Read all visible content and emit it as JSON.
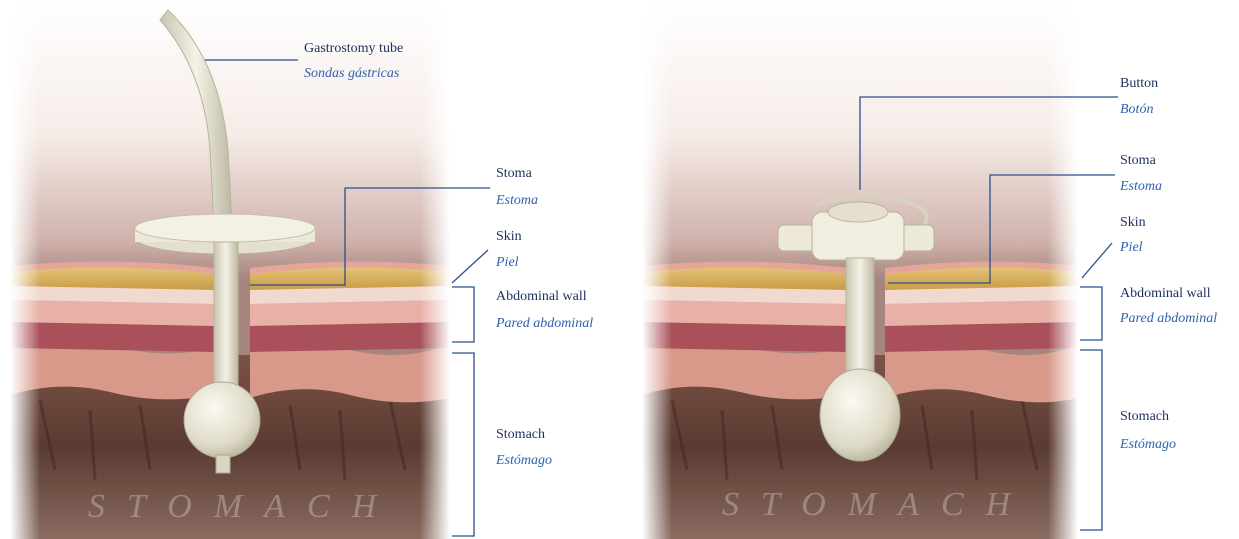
{
  "colors": {
    "leader_line": "#2a4f8f",
    "english_label": "#1c2f5c",
    "spanish_label": "#2f62ad",
    "fat_layer": "#d9b35a",
    "muscle_layer": "#b1545e",
    "skin_layer": "#e4a59a",
    "stomach_interior": "#5a3b31",
    "device": "#ece9d8"
  },
  "left_panel": {
    "watermark": "STOMACH",
    "labels": {
      "tube": {
        "en": "Gastrostomy tube",
        "es": "Sondas gástricas"
      },
      "stoma": {
        "en": "Stoma",
        "es": "Estoma"
      },
      "skin": {
        "en": "Skin",
        "es": "Piel"
      },
      "abdominal_wall": {
        "en": "Abdominal wall",
        "es": "Pared abdominal"
      },
      "stomach": {
        "en": "Stomach",
        "es": "Estómago"
      }
    }
  },
  "right_panel": {
    "watermark": "STOMACH",
    "labels": {
      "button": {
        "en": "Button",
        "es": "Botón"
      },
      "stoma": {
        "en": "Stoma",
        "es": "Estoma"
      },
      "skin": {
        "en": "Skin",
        "es": "Piel"
      },
      "abdominal_wall": {
        "en": "Abdominal wall",
        "es": "Pared abdominal"
      },
      "stomach": {
        "en": "Stomach",
        "es": "Estómago"
      }
    }
  }
}
